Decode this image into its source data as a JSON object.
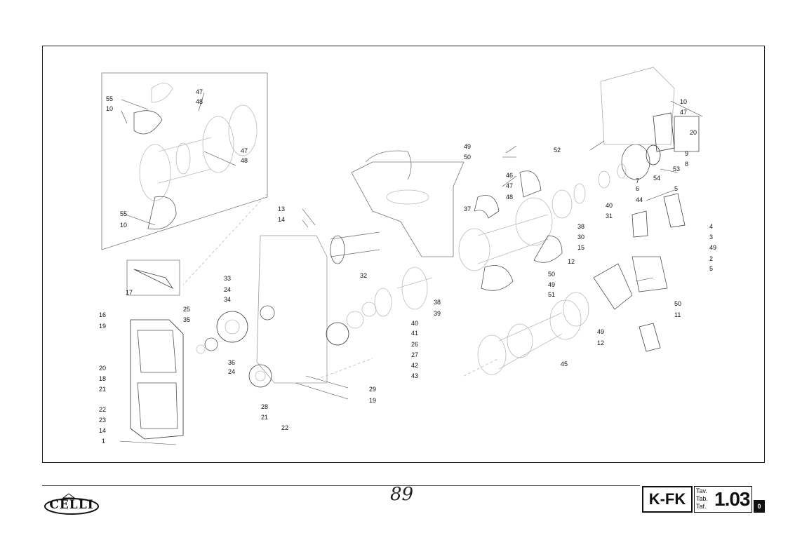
{
  "diagram": {
    "part_labels": [
      "1",
      "2",
      "3",
      "4",
      "5",
      "6",
      "7",
      "8",
      "9",
      "10",
      "11",
      "12",
      "13",
      "14",
      "15",
      "16",
      "17",
      "18",
      "19",
      "20",
      "21",
      "22",
      "23",
      "24",
      "25",
      "26",
      "27",
      "28",
      "29",
      "30",
      "31",
      "32",
      "33",
      "34",
      "35",
      "36",
      "37",
      "38",
      "39",
      "40",
      "41",
      "42",
      "43",
      "44",
      "45",
      "46",
      "47",
      "48",
      "49",
      "50",
      "51",
      "52",
      "53",
      "54",
      "55"
    ]
  },
  "footer": {
    "brand": "CELLI",
    "page_number": "89",
    "model_code": "K-FK",
    "table_labels": [
      "Tav.",
      "Tab.",
      "Taf."
    ],
    "table_number": "1.03",
    "revision": "0"
  }
}
